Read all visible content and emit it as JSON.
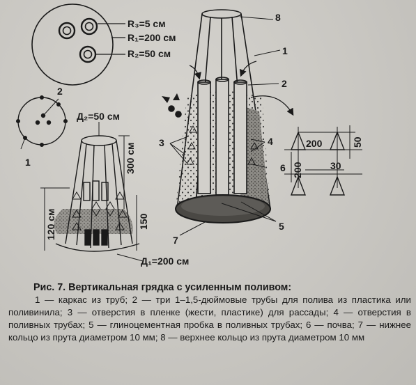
{
  "top_labels": {
    "r3": "R₃=5 см",
    "r1": "R₁=200 см",
    "r2": "R₂=50 см"
  },
  "dims": {
    "d2": "Д₂=50 см",
    "d1": "Д₁=200 см",
    "h300": "300 см",
    "h150": "150",
    "h120": "120 см",
    "d200a": "200",
    "d200b": "200",
    "d30": "30",
    "d50": "50"
  },
  "callouts": [
    "1",
    "2",
    "3",
    "4",
    "5",
    "6",
    "7",
    "8",
    "1",
    "2"
  ],
  "caption": {
    "title": "Рис. 7. Вертикальная грядка с усиленным поливом:",
    "body": "1 — каркас из труб; 2 — три 1–1,5-дюймовые трубы для полива из пластика или поливинила; 3 — отверстия в пленке (жести, пластике) для рассады; 4 — отверстия в поливных трубах; 5 — глиноцементная пробка в поливных трубах; 6 — почва; 7 — нижнее кольцо из прута диаметром 10 мм; 8 — верхнее кольцо из прута диаметром 10 мм"
  },
  "colors": {
    "ink": "#1a1a1a",
    "paper": "#cac8c3",
    "soil": "#6e6c68"
  }
}
